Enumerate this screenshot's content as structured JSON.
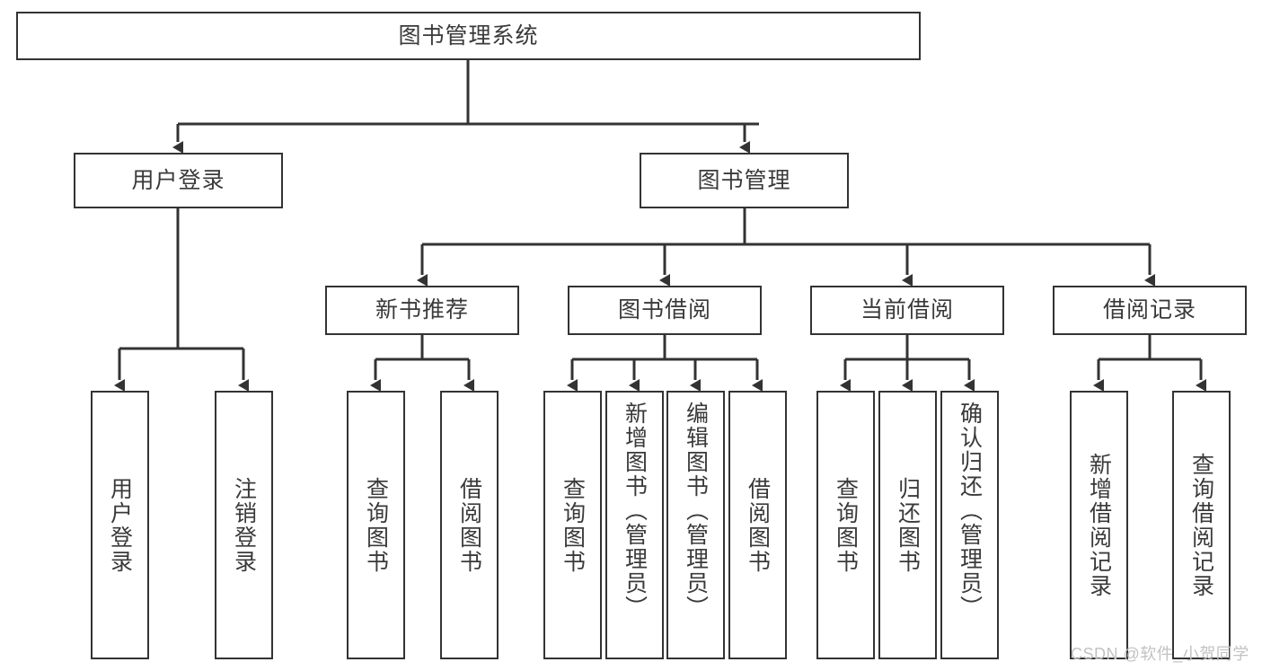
{
  "diagram": {
    "title": "图书管理系统",
    "type": "hierarchy-tree",
    "root": {
      "label": "图书管理系统"
    },
    "level2": [
      {
        "label": "用户登录"
      },
      {
        "label": "图书管理"
      }
    ],
    "level3": [
      {
        "label": "新书推荐"
      },
      {
        "label": "图书借阅"
      },
      {
        "label": "当前借阅"
      },
      {
        "label": "借阅记录"
      }
    ],
    "leaves": [
      {
        "label": "用户登录"
      },
      {
        "label": "注销登录"
      },
      {
        "label": "查询图书"
      },
      {
        "label": "借阅图书"
      },
      {
        "label": "查询图书"
      },
      {
        "label": "新增图书（管理员）"
      },
      {
        "label": "编辑图书（管理员）"
      },
      {
        "label": "借阅图书"
      },
      {
        "label": "查询图书"
      },
      {
        "label": "归还图书"
      },
      {
        "label": "确认归还（管理员）"
      },
      {
        "label": "新增借阅记录"
      },
      {
        "label": "查询借阅记录"
      }
    ]
  },
  "watermark": {
    "text": "CSDN @软件_小贺同学"
  },
  "colors": {
    "stroke": "#333333",
    "text": "#3a3a3a",
    "background": "#ffffff",
    "watermark": "#c2c2c2"
  }
}
